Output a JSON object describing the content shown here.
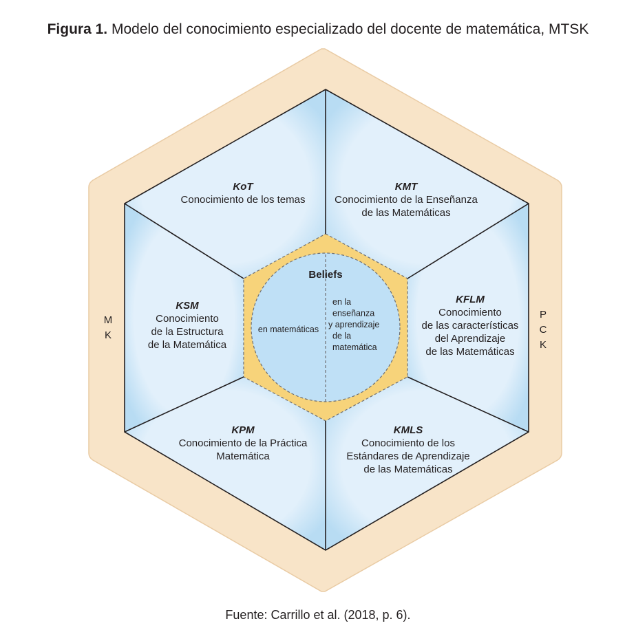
{
  "figure": {
    "title_label": "Figura 1.",
    "title_text": "Modelo del conocimiento especializado del docente de matemática, MTSK",
    "source": "Fuente: Carrillo et al. (2018, p. 6)."
  },
  "diagram": {
    "outer_left_label": [
      "M",
      "K"
    ],
    "outer_right_label": [
      "P",
      "C",
      "K"
    ],
    "segments": [
      {
        "code": "KoT",
        "lines": [
          "Conocimiento de los temas"
        ]
      },
      {
        "code": "KMT",
        "lines": [
          "Conocimiento de la Enseñanza",
          "de las Matemáticas"
        ]
      },
      {
        "code": "KFLM",
        "lines": [
          "Conocimiento",
          "de las características",
          "del Aprendizaje",
          "de las Matemáticas"
        ]
      },
      {
        "code": "KMLS",
        "lines": [
          "Conocimiento  de los",
          "Estándares de Aprendizaje",
          "de las Matemáticas"
        ]
      },
      {
        "code": "KPM",
        "lines": [
          "Conocimiento de la Práctica",
          "Matemática"
        ]
      },
      {
        "code": "KSM",
        "lines": [
          "Conocimiento",
          "de la Estructura",
          "de la Matemática"
        ]
      }
    ],
    "center": {
      "title": "Beliefs",
      "left": "en matemáticas",
      "right": [
        "en la",
        "enseñanza",
        "y aprendizaje",
        "de la",
        "matemática"
      ]
    },
    "colors": {
      "outer_fill": "#f8e4c8",
      "outer_stroke": "#e9cba4",
      "segment_edge": "#b8dcf3",
      "segment_center": "#e2f0fb",
      "lines": "#231f20",
      "inner_hex": "#f7d37a",
      "circle": "#bfe0f6",
      "dashed": "#6d6e71"
    }
  }
}
